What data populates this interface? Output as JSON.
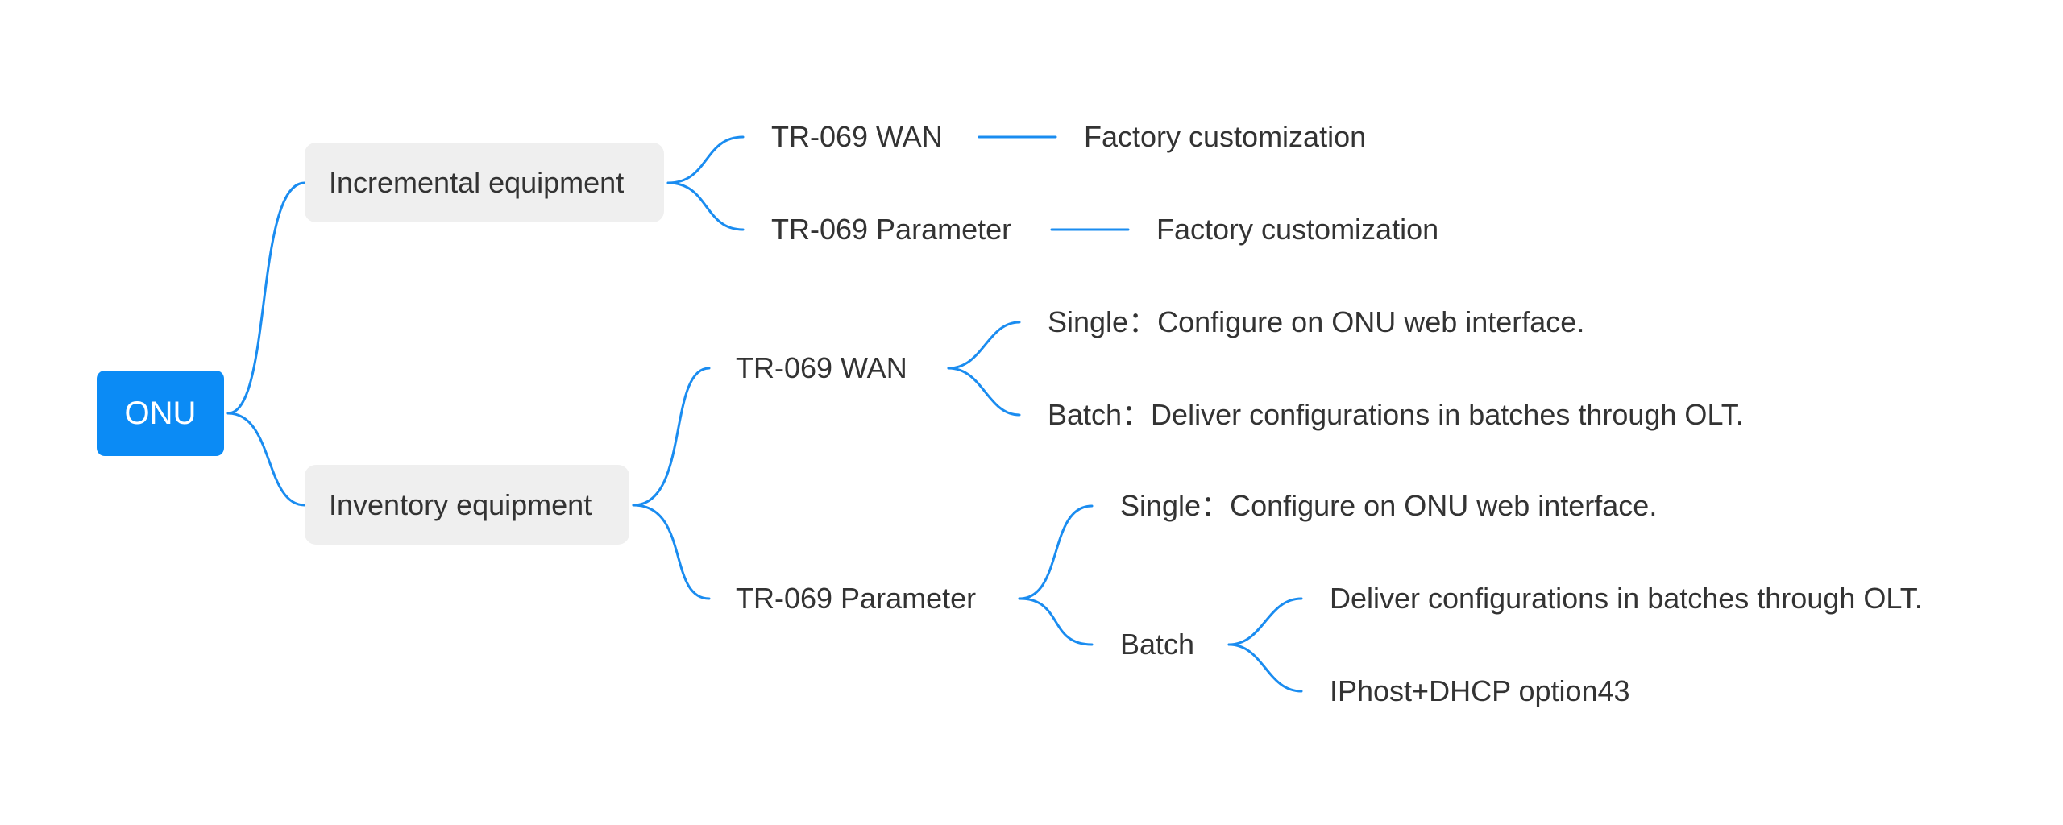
{
  "root": {
    "label": "ONU"
  },
  "branches": [
    {
      "label": "Incremental equipment",
      "children": [
        {
          "label": "TR-069 WAN",
          "leaf": "Factory customization"
        },
        {
          "label": "TR-069 Parameter",
          "leaf": "Factory customization"
        }
      ]
    },
    {
      "label": "Inventory equipment",
      "children": [
        {
          "label": "TR-069 WAN",
          "children": [
            {
              "label": "Single：Configure on ONU web interface."
            },
            {
              "label": "Batch：Deliver configurations in batches through OLT."
            }
          ]
        },
        {
          "label": "TR-069 Parameter",
          "children": [
            {
              "label": "Single：Configure on ONU web interface."
            },
            {
              "label": "Batch",
              "children": [
                {
                  "label": "Deliver configurations in batches through OLT."
                },
                {
                  "label": "IPhost+DHCP option43"
                }
              ]
            }
          ]
        }
      ]
    }
  ],
  "colors": {
    "root_fill": "#0b8bf5",
    "connector": "#1a8cf0",
    "main_node_fill": "#efefef",
    "text": "#333333"
  }
}
